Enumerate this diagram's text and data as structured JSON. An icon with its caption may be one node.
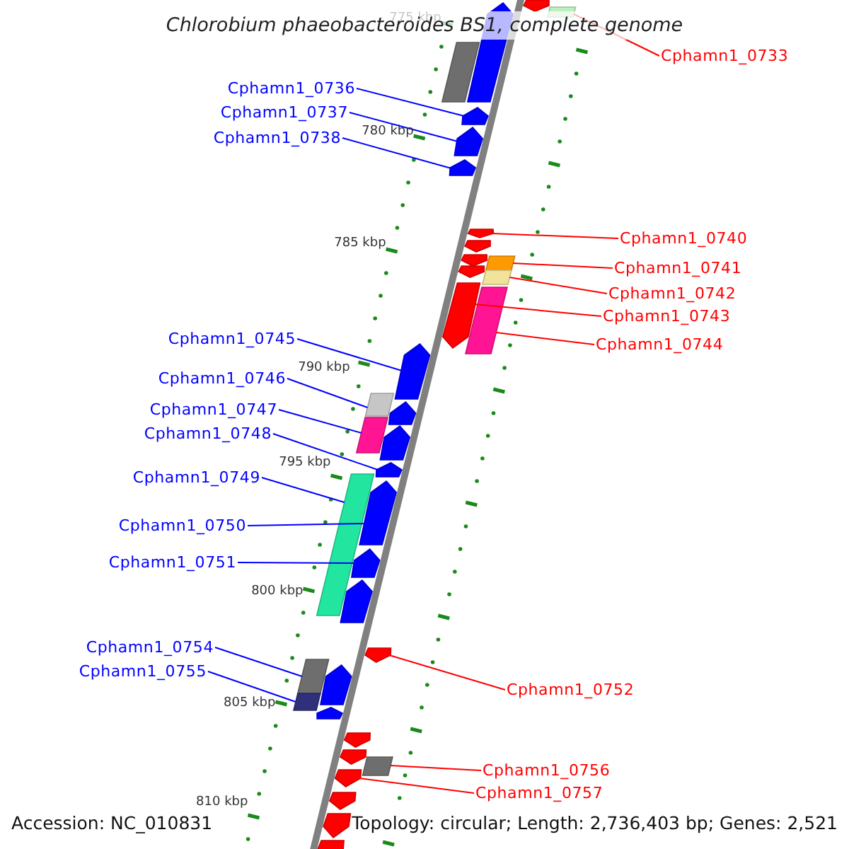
{
  "diagram": {
    "title": "Chlorobium phaeobacteroides BS1, complete genome",
    "nodes": [
      {
        "text": [
          "Cphamn1_0733"
        ]
      },
      {
        "text": [
          "Cphamn1_0736"
        ]
      },
      {
        "text": [
          "Cphamn1_0737"
        ]
      },
      {
        "text": [
          "Cphamn1_0738"
        ]
      },
      {
        "text": [
          "Cphamn1_0740"
        ]
      },
      {
        "text": [
          "Cphamn1_0741"
        ]
      },
      {
        "text": [
          "Cphamn1_0742"
        ]
      },
      {
        "text": [
          "Cphamn1_0743"
        ]
      },
      {
        "text": [
          "Cphamn1_0744"
        ]
      },
      {
        "text": [
          "Cphamn1_0745"
        ]
      },
      {
        "text": [
          "Cphamn1_0746"
        ]
      },
      {
        "text": [
          "Cphamn1_0747"
        ]
      },
      {
        "text": [
          "Cphamn1_0748"
        ]
      },
      {
        "text": [
          "Cphamn1_0749"
        ]
      },
      {
        "text": [
          "Cphamn1_0750"
        ]
      },
      {
        "text": [
          "Cphamn1_0751"
        ]
      },
      {
        "text": [
          "Cphamn1_0754"
        ]
      },
      {
        "text": [
          "Cphamn1_0755"
        ]
      },
      {
        "text": [
          "Cphamn1_0752"
        ]
      },
      {
        "text": [
          "Cphamn1_0756"
        ]
      },
      {
        "text": [
          "Cphamn1_0757"
        ]
      },
      {
        "text": [],
        "shape": "box"
      },
      {
        "text": [],
        "shape": "arrow"
      },
      {
        "text": [],
        "shape": "arrow"
      },
      {
        "text": [],
        "shape": "arrow"
      },
      {
        "text": [],
        "shape": "arrow"
      },
      {
        "text": [],
        "shape": "box"
      },
      {
        "text": [],
        "shape": "box"
      },
      {
        "text": [],
        "shape": "arrow"
      },
      {
        "text": [],
        "shape": "box"
      },
      {
        "text": [],
        "shape": "arrow"
      },
      {
        "text": [],
        "shape": "box"
      },
      {
        "text": [],
        "shape": "box"
      },
      {
        "text": [],
        "shape": "arrow"
      },
      {
        "text": [],
        "shape": "box"
      },
      {
        "text": [],
        "shape": "arrow"
      },
      {
        "text": [],
        "shape": "arrow"
      },
      {
        "text": [],
        "shape": "box"
      },
      {
        "text": [],
        "shape": "box"
      },
      {
        "text": [],
        "shape": "arrow"
      },
      {
        "text": [],
        "shape": "box"
      },
      {
        "text": [],
        "shape": "arrow"
      },
      {
        "text": [],
        "shape": "box"
      },
      {
        "text": [],
        "shape": "arrow"
      },
      {
        "text": [],
        "shape": "arrow"
      },
      {
        "text": [],
        "shape": "arrow"
      },
      {
        "text": [],
        "shape": "arrow"
      },
      {
        "text": [],
        "shape": "arrow"
      },
      {
        "text": [],
        "shape": "arrow"
      },
      {
        "text": [],
        "shape": "arrow"
      },
      {
        "text": [],
        "shape": "arrow"
      },
      {
        "text": [],
        "shape": "arrow"
      },
      {
        "text": [],
        "shape": "arrow"
      },
      {
        "text": [],
        "shape": "arrow"
      },
      {
        "text": [],
        "shape": "arrow"
      },
      {
        "text": [],
        "shape": "arrow"
      },
      {
        "text": [],
        "shape": "arrow"
      },
      {
        "text": [],
        "shape": "arrow"
      }
    ],
    "edges": [
      {
        "from": 0,
        "to": 21,
        "arrow": "none",
        "color": "#ff0000"
      },
      {
        "from": 1,
        "to": 22,
        "arrow": "none"
      },
      {
        "from": 2,
        "to": 23,
        "arrow": "none"
      },
      {
        "from": 3,
        "to": 24,
        "arrow": "none"
      },
      {
        "from": 4,
        "to": 25,
        "arrow": "none",
        "color": "#ff0000"
      },
      {
        "from": 5,
        "to": 26,
        "arrow": "none",
        "color": "#ff0000"
      },
      {
        "from": 6,
        "to": 27,
        "arrow": "none",
        "color": "#ff0000"
      },
      {
        "from": 7,
        "to": 28,
        "arrow": "none",
        "color": "#ff0000"
      },
      {
        "from": 8,
        "to": 29,
        "arrow": "none",
        "color": "#ff0000"
      },
      {
        "from": 9,
        "to": 30,
        "arrow": "none"
      },
      {
        "from": 10,
        "to": 31,
        "arrow": "none"
      },
      {
        "from": 11,
        "to": 32,
        "arrow": "none"
      },
      {
        "from": 12,
        "to": 33,
        "arrow": "none"
      },
      {
        "from": 13,
        "to": 34,
        "arrow": "none"
      },
      {
        "from": 14,
        "to": 35,
        "arrow": "none"
      },
      {
        "from": 15,
        "to": 36,
        "arrow": "none"
      },
      {
        "from": 16,
        "to": 37,
        "arrow": "none"
      },
      {
        "from": 17,
        "to": 38,
        "arrow": "none"
      },
      {
        "from": 18,
        "to": 39,
        "arrow": "none",
        "color": "#ff0000"
      },
      {
        "from": 19,
        "to": 40,
        "arrow": "none",
        "color": "#ff0000"
      },
      {
        "from": 20,
        "to": 41,
        "arrow": "none",
        "color": "#ff0000"
      }
    ],
    "labels": [
      "775 kbp",
      "780 kbp",
      "785 kbp",
      "790 kbp",
      "795 kbp",
      "800 kbp",
      "805 kbp",
      "810 kbp",
      "Accession: NC_010831",
      "Topology: circular; Length: 2,736,403 bp; Genes: 2,521"
    ]
  }
}
